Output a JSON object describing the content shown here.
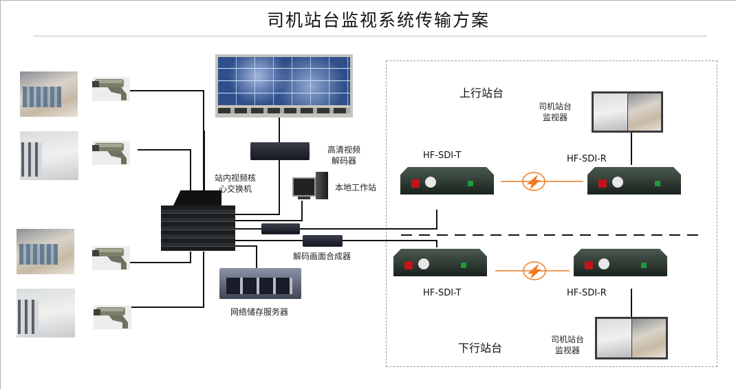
{
  "title": "司机站台监视系统传输方案",
  "center": {
    "switch_label": [
      "站内视频核",
      "心交换机"
    ],
    "decoder_label": [
      "高清视频",
      "解码器"
    ],
    "workstation_label": "本地工作站",
    "compositor_label": "解码画面合成器",
    "storage_label": "网络储存服务器"
  },
  "platforms": {
    "up": {
      "name": "上行站台",
      "transmitter": "HF-SDI-T",
      "receiver": "HF-SDI-R",
      "monitor_label": [
        "司机站台",
        "监视器"
      ]
    },
    "down": {
      "name": "下行站台",
      "transmitter": "HF-SDI-T",
      "receiver": "HF-SDI-R",
      "monitor_label": [
        "司机站台",
        "监视器"
      ]
    }
  },
  "colors": {
    "fiber_link": "#f07a1e",
    "wire": "#111111",
    "device_body": "#1f2a25"
  }
}
